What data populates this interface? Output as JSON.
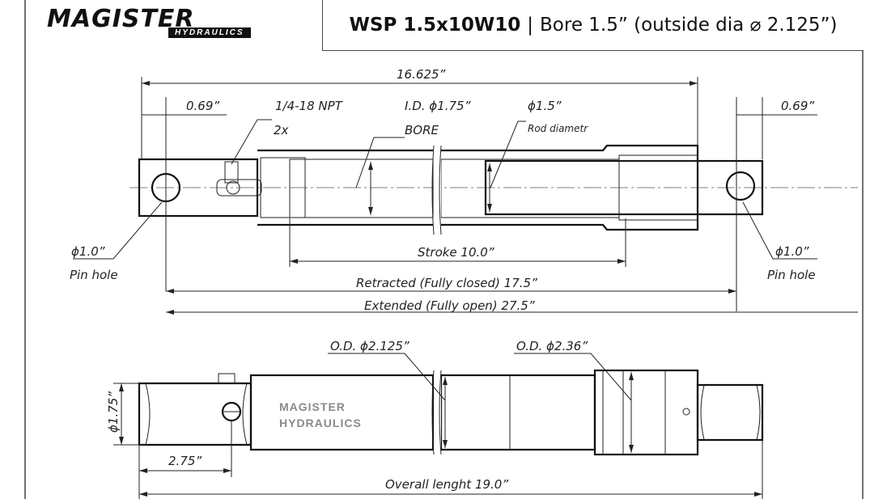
{
  "logo": {
    "brand": "MAGISTER",
    "sub": "HYDRAULICS"
  },
  "header": {
    "model": "WSP 1.5x10W10",
    "separator": "|",
    "bore": "Bore 1.5” (outside dia ⌀ 2.125”)"
  },
  "top_view": {
    "overall": "16.625”",
    "left_offset": "0.69”",
    "right_offset": "0.69”",
    "port": "1/4-18 NPT",
    "port_count": "2x",
    "id": "I.D. ϕ1.75”",
    "bore": "BORE",
    "rod": "ϕ1.5”",
    "rod_label": "Rod diametr",
    "pin_left": "ϕ1.0”",
    "pin_left_label": "Pin hole",
    "pin_right": "ϕ1.0”",
    "pin_right_label": "Pin hole",
    "stroke": "Stroke 10.0”",
    "retracted": "Retracted (Fully closed) 17.5”",
    "extended": "Extended (Fully open) 27.5”"
  },
  "side_view": {
    "od1": "O.D. ϕ2.125”",
    "od2": "O.D. ϕ2.36”",
    "end_dia": "ϕ1.75”",
    "port_offset": "2.75”",
    "overall": "Overall lenght 19.0”",
    "watermark1": "MAGISTER",
    "watermark2": "HYDRAULICS"
  }
}
